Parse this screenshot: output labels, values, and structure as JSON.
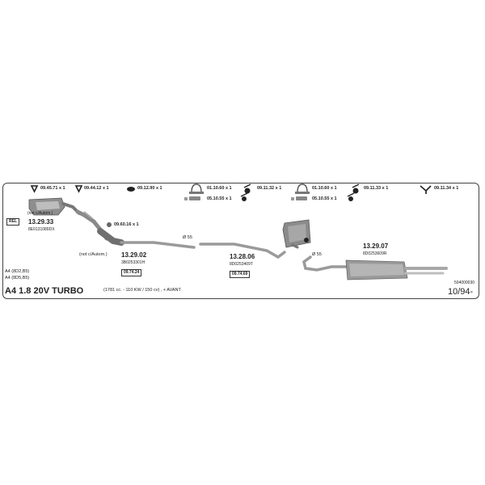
{
  "vehicle": {
    "model_title": "A4 1.8 20V TURBO",
    "spec": "(1781 cc. - 110 KW / 150 cv) , + AVANT",
    "variant_1": "A4 (8D2,B5)",
    "variant_2": "A4 (8D5,B5)",
    "date_from": "10/94-",
    "diagram_code": "504000030"
  },
  "fittings": [
    {
      "code": "09.45.71",
      "qty": "x 1"
    },
    {
      "code": "09.44.12",
      "qty": "x 1"
    },
    {
      "code": "09.12.90",
      "qty": "x 1"
    },
    {
      "code": "01.10.60",
      "qty": "x 1"
    },
    {
      "code": "09.11.32",
      "qty": "x 1"
    },
    {
      "code": "05.10.55",
      "qty": "x 1"
    },
    {
      "code": "01.10.60",
      "qty": "x 1"
    },
    {
      "code": "09.11.33",
      "qty": "x 1"
    },
    {
      "code": "05.10.55",
      "qty": "x 1"
    },
    {
      "code": "09.11.34",
      "qty": "x 1"
    },
    {
      "code": "09.60.16",
      "qty": "x 1"
    }
  ],
  "parts": [
    {
      "code": "13.29.33",
      "oem": "8E0131089DX",
      "note": "(not c/Autom.)",
      "tag": "REL"
    },
    {
      "code": "13.29.02",
      "oem": "3B0253301H",
      "note": "(not c/Autom.)",
      "ref": "09.74.24"
    },
    {
      "code": "13.28.06",
      "oem": "8D0253409T",
      "ref": "09.74.69"
    },
    {
      "code": "13.29.07",
      "oem": "8D0253609R"
    }
  ],
  "diameters": [
    "Ø 55",
    "Ø 55"
  ]
}
